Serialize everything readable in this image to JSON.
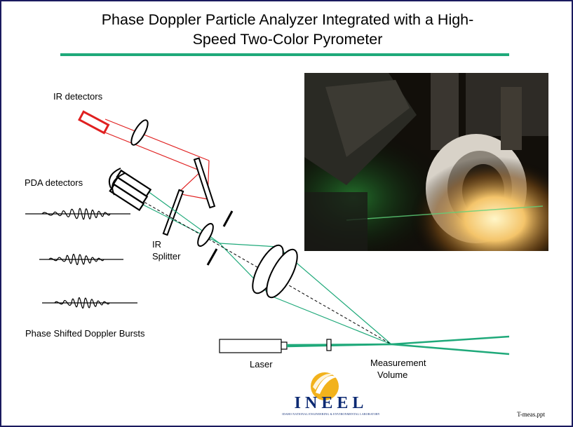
{
  "title": {
    "line1": "Phase Doppler Particle Analyzer Integrated with a High-",
    "line2": "Speed Two-Color Pyrometer"
  },
  "labels": {
    "ir_detectors": "IR detectors",
    "pda_detectors": "PDA detectors",
    "ir": "IR",
    "splitter": "Splitter",
    "bursts": "Phase Shifted Doppler Bursts",
    "laser": "Laser",
    "measurement": "Measurement",
    "volume": "Volume"
  },
  "logo": {
    "word": "INEEL",
    "subtitle": "IDAHO NATIONAL ENGINEERING & ENVIRONMENTAL LABORATORY"
  },
  "footer": "T-meas.ppt",
  "colors": {
    "beam": "#1fa97a",
    "ir_path": "#e02020",
    "title_rule": "#1fa97a",
    "frame": "#1a1a5e",
    "logo_blue": "#0d2a73",
    "logo_gold": "#f2b21c"
  }
}
